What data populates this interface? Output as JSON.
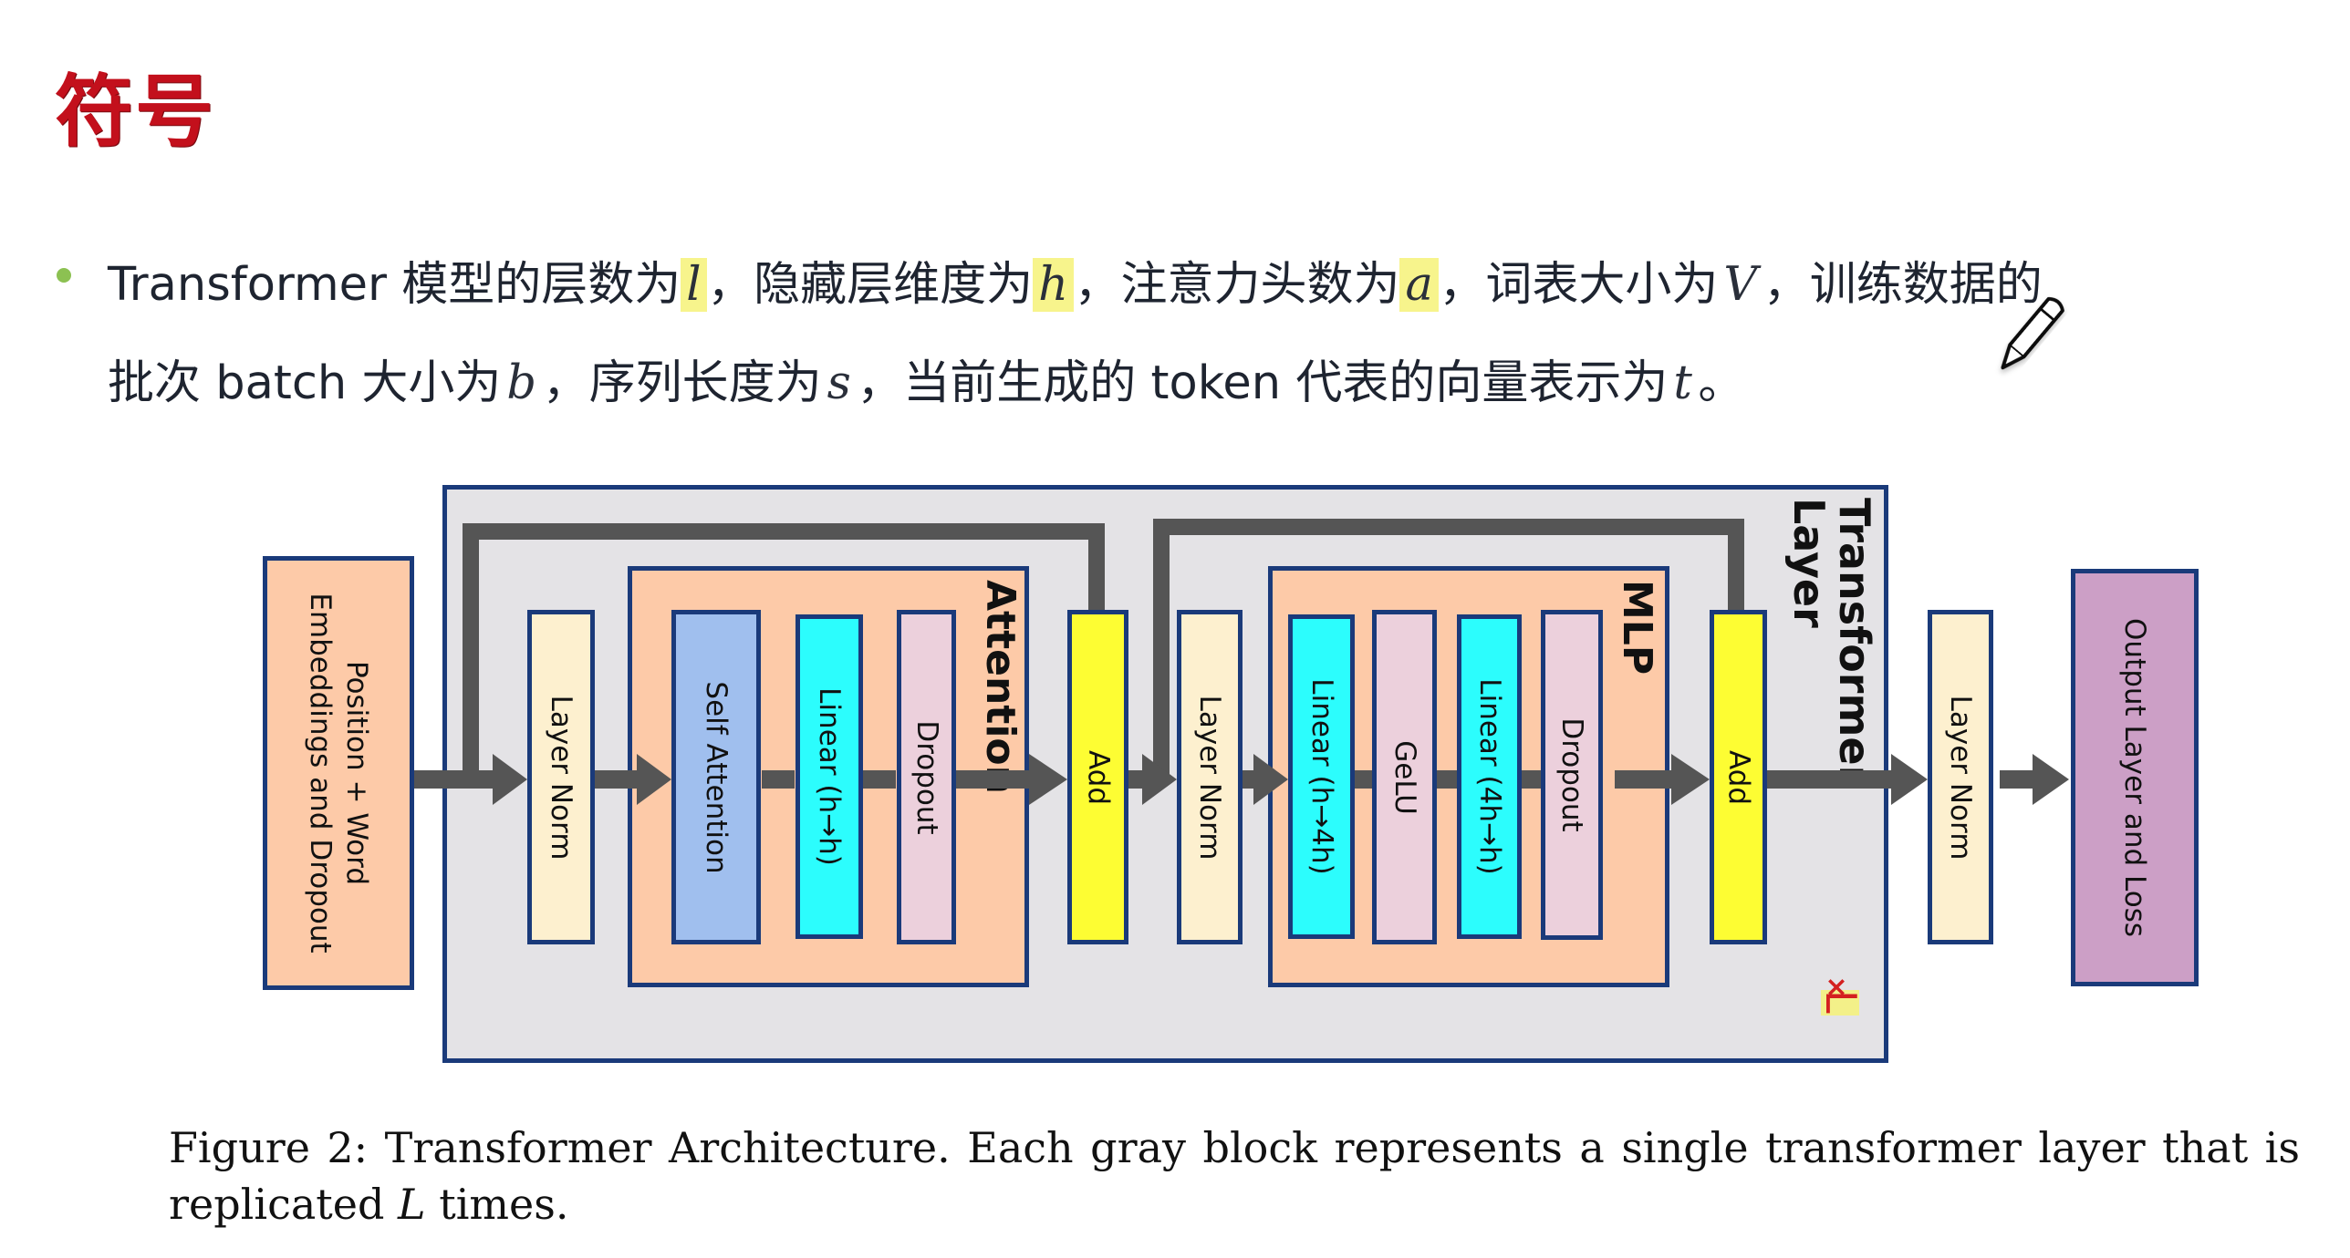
{
  "slide": {
    "title": "符号",
    "bullet": {
      "line1": [
        {
          "t": "Transformer 模型的层数为",
          "type": "text"
        },
        {
          "t": "l",
          "type": "var",
          "highlight": true
        },
        {
          "t": "，隐藏层维度为",
          "type": "text"
        },
        {
          "t": "h",
          "type": "var",
          "highlight": true
        },
        {
          "t": "，注意力头数为",
          "type": "text"
        },
        {
          "t": "a",
          "type": "var",
          "highlight": true
        },
        {
          "t": "，词表大小为",
          "type": "text"
        },
        {
          "t": "V",
          "type": "var",
          "highlight": false
        },
        {
          "t": "，训练数据的",
          "type": "text"
        }
      ],
      "line2": [
        {
          "t": "批次 batch 大小为",
          "type": "text"
        },
        {
          "t": "b",
          "type": "var",
          "highlight": false
        },
        {
          "t": "，序列长度为",
          "type": "text"
        },
        {
          "t": "s",
          "type": "var",
          "highlight": false
        },
        {
          "t": "，当前生成的 token 代表的向量表示为",
          "type": "text"
        },
        {
          "t": "t",
          "type": "var",
          "highlight": false
        },
        {
          "t": "。",
          "type": "text"
        }
      ]
    },
    "cursor_icon": "pencil-icon"
  },
  "diagram": {
    "colors": {
      "border": "#1a3a7a",
      "gray_block": "#e4e3e6",
      "salmon": "#fdcaa8",
      "layer_norm": "#fdf0cf",
      "self_attention": "#a0bfee",
      "linear": "#2cfdfd",
      "dropout": "#ecd0dc",
      "add": "#fdfd33",
      "output": "#cc9fc6",
      "arrow": "#555555",
      "xL": "#d42020"
    },
    "input_block": {
      "label_lines": [
        "Position + Word",
        "Embeddings and Dropout"
      ]
    },
    "transformer_layer": {
      "label_lines": [
        "Transformer",
        "Layer"
      ],
      "repeat_label": {
        "times": "×",
        "var": "L"
      },
      "layer_norm_1": "Layer Norm",
      "attention": {
        "label": "Attention",
        "blocks": [
          "Self Attention",
          "Linear (h→h)",
          "Dropout"
        ]
      },
      "add_1": "Add",
      "layer_norm_2": "Layer Norm",
      "mlp": {
        "label": "MLP",
        "blocks": [
          "Linear (h→4h)",
          "GeLU",
          "Linear (4h→h)",
          "Dropout"
        ]
      },
      "add_2": "Add"
    },
    "final_layer_norm": "Layer Norm",
    "output_block": "Output Layer and Loss"
  },
  "caption": {
    "prefix": "Figure 2:  Transformer Architecture.  Each gray block represents a single transformer layer that is replicated ",
    "var": "L",
    "suffix": " times."
  }
}
